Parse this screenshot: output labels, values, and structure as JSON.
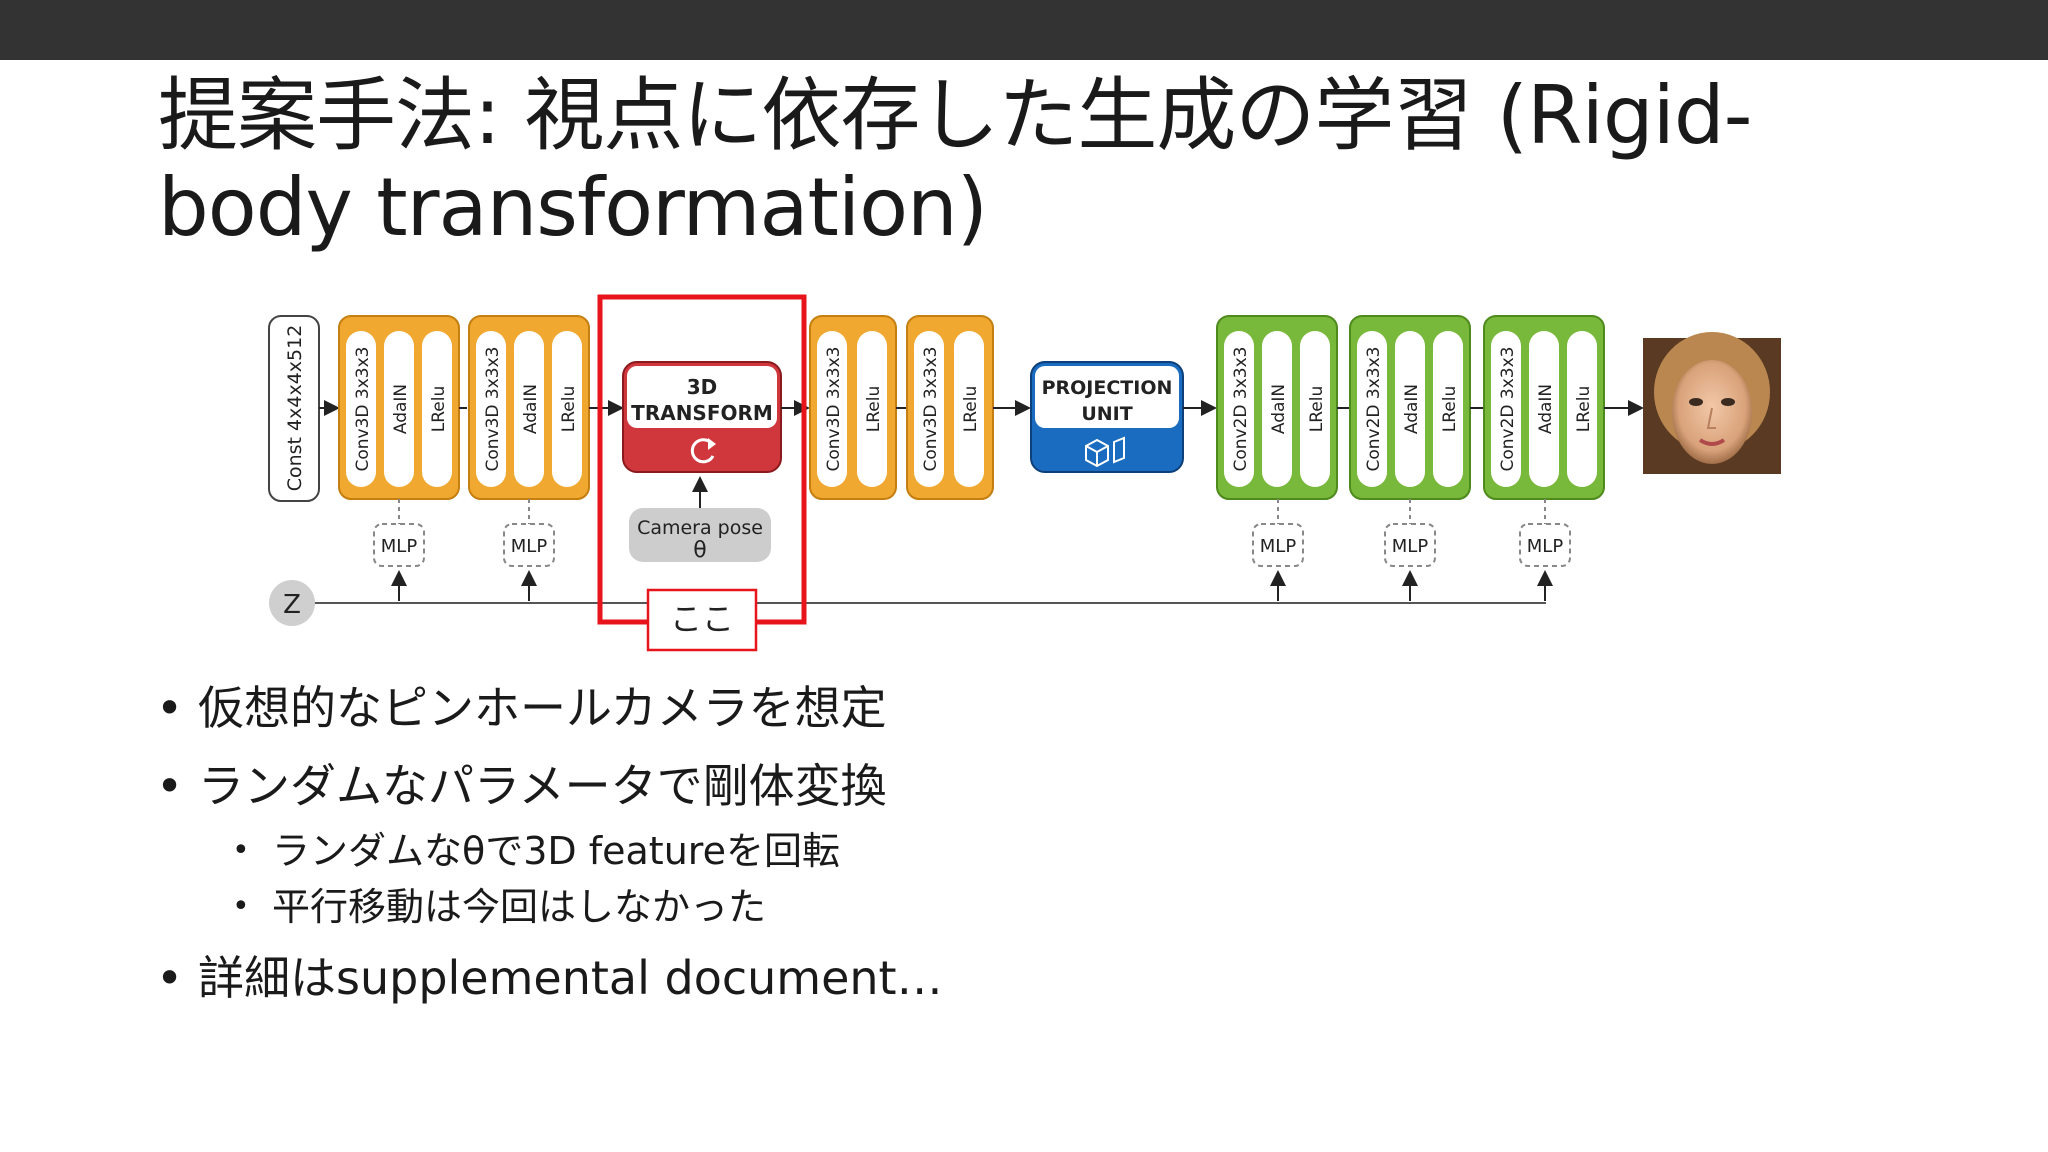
{
  "slide": {
    "title": "提案手法: 視点に依存した生成の学習 (Rigid-body transformation)"
  },
  "diagram": {
    "const_label": "Const 4x4x4x512",
    "conv3d_blocks": [
      {
        "conv": "Conv3D  3x3x3",
        "norm": "AdaIN",
        "act": "LRelu"
      },
      {
        "conv": "Conv3D  3x3x3",
        "norm": "AdaIN",
        "act": "LRelu"
      }
    ],
    "transform_label_1": "3D",
    "transform_label_2": "TRANSFORM",
    "camera_label": "Camera pose",
    "theta": "θ",
    "post_blocks": [
      {
        "conv": "Conv3D  3x3x3",
        "act": "LRelu"
      },
      {
        "conv": "Conv3D  3x3x3",
        "act": "LRelu"
      }
    ],
    "projection_label_1": "PROJECTION",
    "projection_label_2": "UNIT",
    "conv2d_blocks": [
      {
        "conv": "Conv2D  3x3x3",
        "norm": "AdaIN",
        "act": "LRelu"
      },
      {
        "conv": "Conv2D  3x3x3",
        "norm": "AdaIN",
        "act": "LRelu"
      },
      {
        "conv": "Conv2D  3x3x3",
        "norm": "AdaIN",
        "act": "LRelu"
      }
    ],
    "mlp_label": "MLP",
    "z_label": "Z",
    "highlight_label": "ここ",
    "colors": {
      "orange": "#f0a830",
      "green": "#78b83a",
      "red": "#d0373c",
      "blue": "#1a6cc0",
      "highlight": "#e8141c"
    }
  },
  "bullets": {
    "b1": "仮想的なピンホールカメラを想定",
    "b2": "ランダムなパラメータで剛体変換",
    "b2_sub1": "ランダムなθで3D featureを回転",
    "b2_sub2": "平行移動は今回はしなかった",
    "b3": "詳細はsupplemental document…"
  }
}
